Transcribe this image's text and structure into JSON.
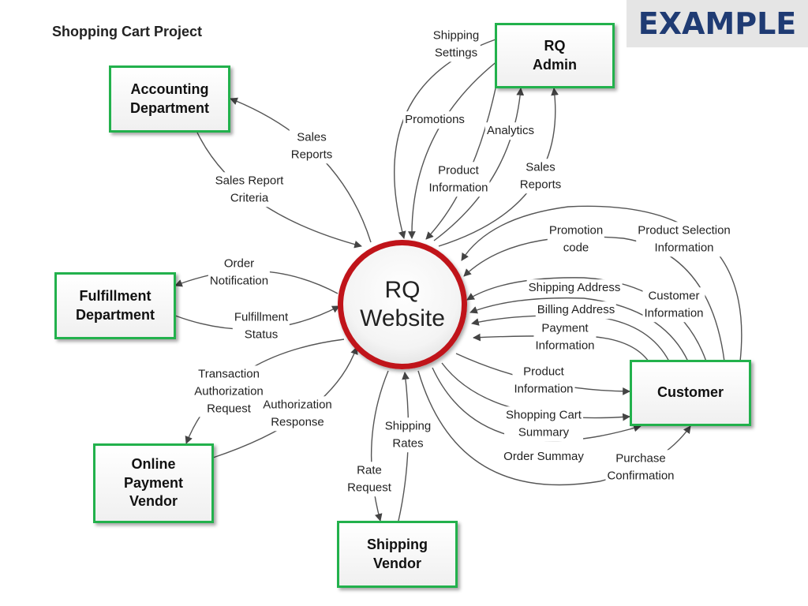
{
  "title": "Shopping Cart Project",
  "banner": "EXAMPLE",
  "process": {
    "label": "RQ\nWebsite"
  },
  "entities": {
    "rq_admin": "RQ\nAdmin",
    "accounting": "Accounting\nDepartment",
    "fulfillment": "Fulfillment\nDepartment",
    "payment_vendor": "Online\nPayment\nVendor",
    "shipping_vendor": "Shipping\nVendor",
    "customer": "Customer"
  },
  "flows": {
    "shipping_settings": "Shipping\nSettings",
    "promotions": "Promotions",
    "analytics": "Analytics",
    "product_information_admin": "Product\nInformation",
    "sales_reports_admin": "Sales\nReports",
    "sales_reports": "Sales\nReports",
    "sales_report_criteria": "Sales Report\nCriteria",
    "order_notification": "Order\nNotification",
    "fulfillment_status": "Fulfillment\nStatus",
    "transaction_authorization_request": "Transaction\nAuthorization\nRequest",
    "authorization_response": "Authorization\nResponse",
    "shipping_rates": "Shipping\nRates",
    "rate_request": "Rate\nRequest",
    "promotion_code": "Promotion\ncode",
    "product_selection_information": "Product Selection\nInformation",
    "shipping_address": "Shipping Address",
    "customer_information": "Customer\nInformation",
    "billing_address": "Billing Address",
    "payment_information": "Payment\nInformation",
    "product_information_customer": "Product\nInformation",
    "shopping_cart_summary": "Shopping Cart\nSummary",
    "order_summay": "Order Summay",
    "purchase_confirmation": "Purchase\nConfirmation"
  },
  "colors": {
    "entity_border": "#22b14c",
    "process_border": "#c0141a",
    "banner_text": "#1f3b73",
    "arrow": "#444444"
  }
}
